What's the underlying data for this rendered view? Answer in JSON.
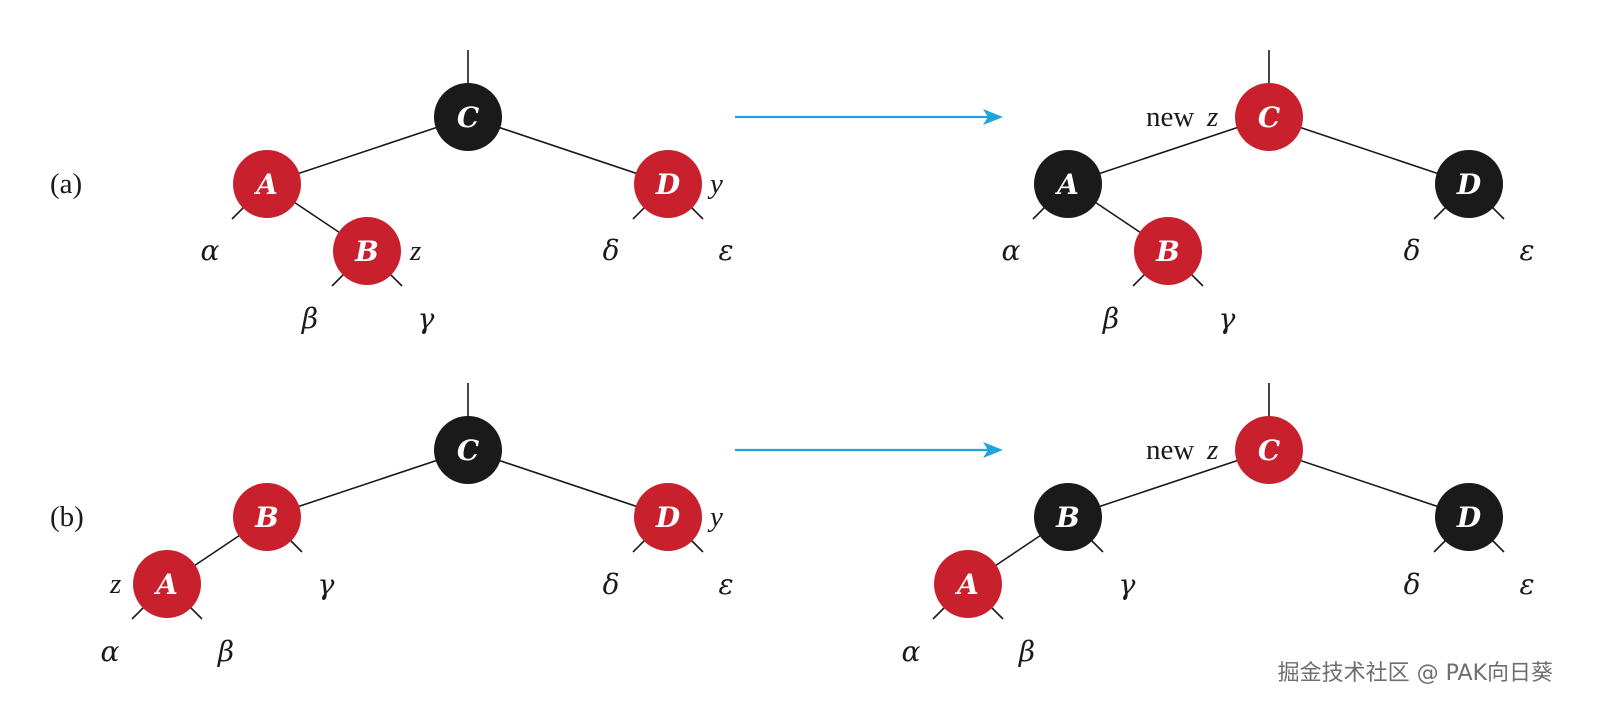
{
  "colors": {
    "red": "#c8202c",
    "black": "#1a1a1a",
    "arrow": "#1ea3e0"
  },
  "case_a": {
    "label": "(a)"
  },
  "case_b": {
    "label": "(b)"
  },
  "node_names": {
    "A": "A",
    "B": "B",
    "C": "C",
    "D": "D"
  },
  "greek": {
    "alpha": "α",
    "beta": "β",
    "gamma": "γ",
    "delta": "δ",
    "epsilon": "ε"
  },
  "vars": {
    "y": "y",
    "z": "z",
    "new": "new"
  },
  "watermark": "掘金技术社区 @ PAK向日葵"
}
